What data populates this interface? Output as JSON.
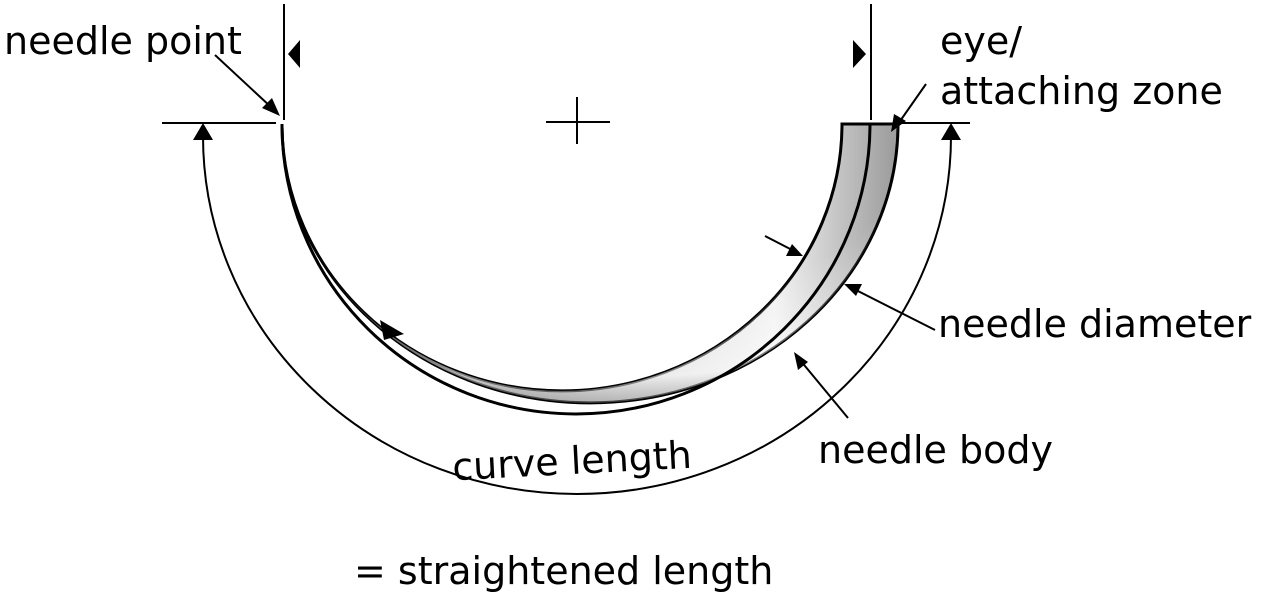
{
  "labels": {
    "needle_point": "needle point",
    "eye_line1": "eye/",
    "eye_line2": "attaching zone",
    "needle_diameter": "needle diameter",
    "needle_body": "needle body",
    "curve_length": "curve length",
    "straightened_length": "= straightened length"
  }
}
